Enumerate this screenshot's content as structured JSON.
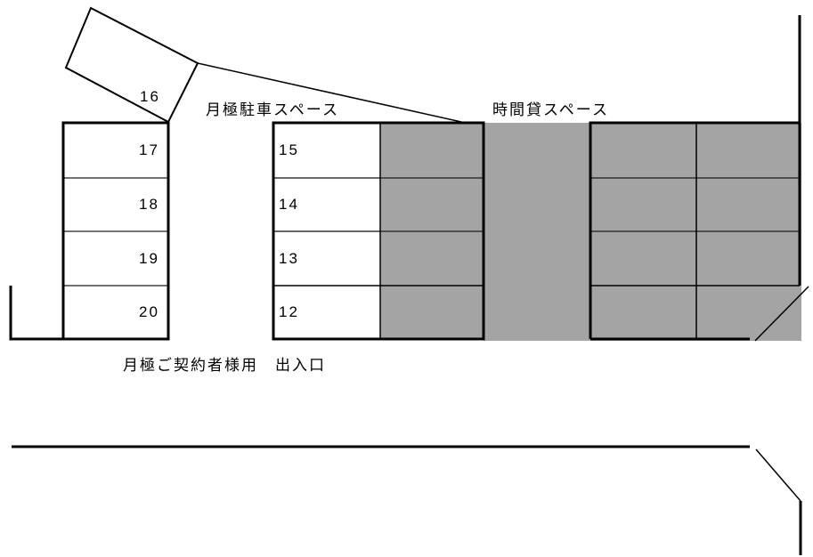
{
  "labels": {
    "monthly_space": "月極駐車スペース",
    "hourly_space": "時間貸スペース",
    "entrance": "月極ご契約者様用　出入口"
  },
  "colors": {
    "line": "#000000",
    "hourly_fill": "#a4a4a4",
    "background": "#ffffff"
  },
  "spaces": {
    "left_column": [
      "17",
      "18",
      "19",
      "20"
    ],
    "rotated": "16",
    "middle_column": [
      "15",
      "14",
      "13",
      "12"
    ]
  },
  "legend": {
    "white_area": "月極駐車スペース",
    "gray_area": "時間貸スペース"
  }
}
